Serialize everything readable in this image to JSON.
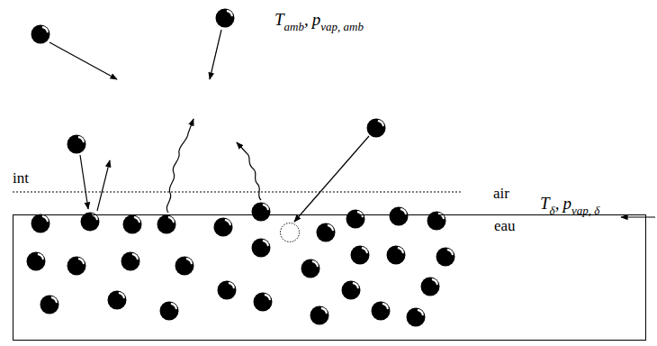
{
  "diagram": {
    "nodes": [
      {
        "text": [
          "eau"
        ]
      }
    ],
    "labels": [
      "int",
      "air",
      "T",
      "amb",
      ",",
      "p",
      "vap, amb",
      "T",
      "δ",
      ",",
      "p",
      "vap, δ"
    ]
  }
}
